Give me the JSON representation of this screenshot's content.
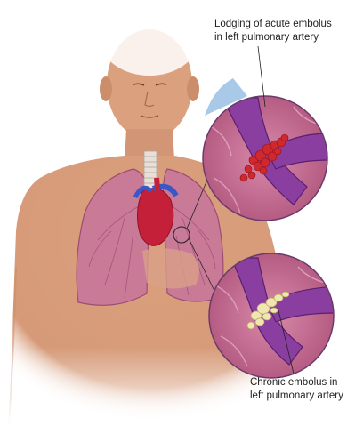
{
  "labels": {
    "acute": {
      "line1": "Lodging of acute embolus",
      "line2": "in left pulmonary artery"
    },
    "chronic": {
      "line1": "Chronic embolus in",
      "line2": "left pulmonary artery"
    }
  },
  "colors": {
    "skin": "#dba07e",
    "skin_shadow": "#c98a67",
    "lung": "#c97a97",
    "lung_vessel": "#a04a72",
    "heart": "#c4203a",
    "artery_blue": "#3a57c9",
    "vessel_purple": "#8a3fa0",
    "acute_clot": "#d0282f",
    "chronic_clot": "#efe6b0"
  },
  "icons": [
    "magnifier-circle-acute",
    "magnifier-circle-chronic"
  ]
}
